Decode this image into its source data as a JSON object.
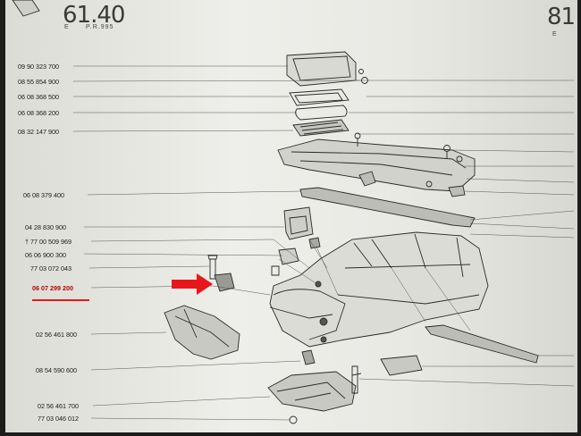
{
  "header": {
    "page_left": "61.40",
    "page_left_sub_a": "E",
    "page_left_sub_b": "P.R.995",
    "page_right": "81",
    "page_right_sub": "E"
  },
  "parts": [
    {
      "ref": "09 90 323 700"
    },
    {
      "ref": "08 55 854 900"
    },
    {
      "ref": "06 08 368 500"
    },
    {
      "ref": "06 08 368 200"
    },
    {
      "ref": "08 32 147 900"
    },
    {
      "ref": "06 08 379 400"
    },
    {
      "ref": "04 28 830 900"
    },
    {
      "ref": "† 77 00 509 969"
    },
    {
      "ref": "06 06 900 300"
    },
    {
      "ref": "77 03 072 043"
    },
    {
      "ref": "06 07 299 200"
    },
    {
      "ref": "02 56 461 800"
    },
    {
      "ref": "08 54 590 600"
    },
    {
      "ref": "02 56 461 700"
    },
    {
      "ref": "77 03 046 012"
    }
  ],
  "highlight": {
    "ref": "06 07 299 200",
    "arrow_color": "#e8161a"
  }
}
